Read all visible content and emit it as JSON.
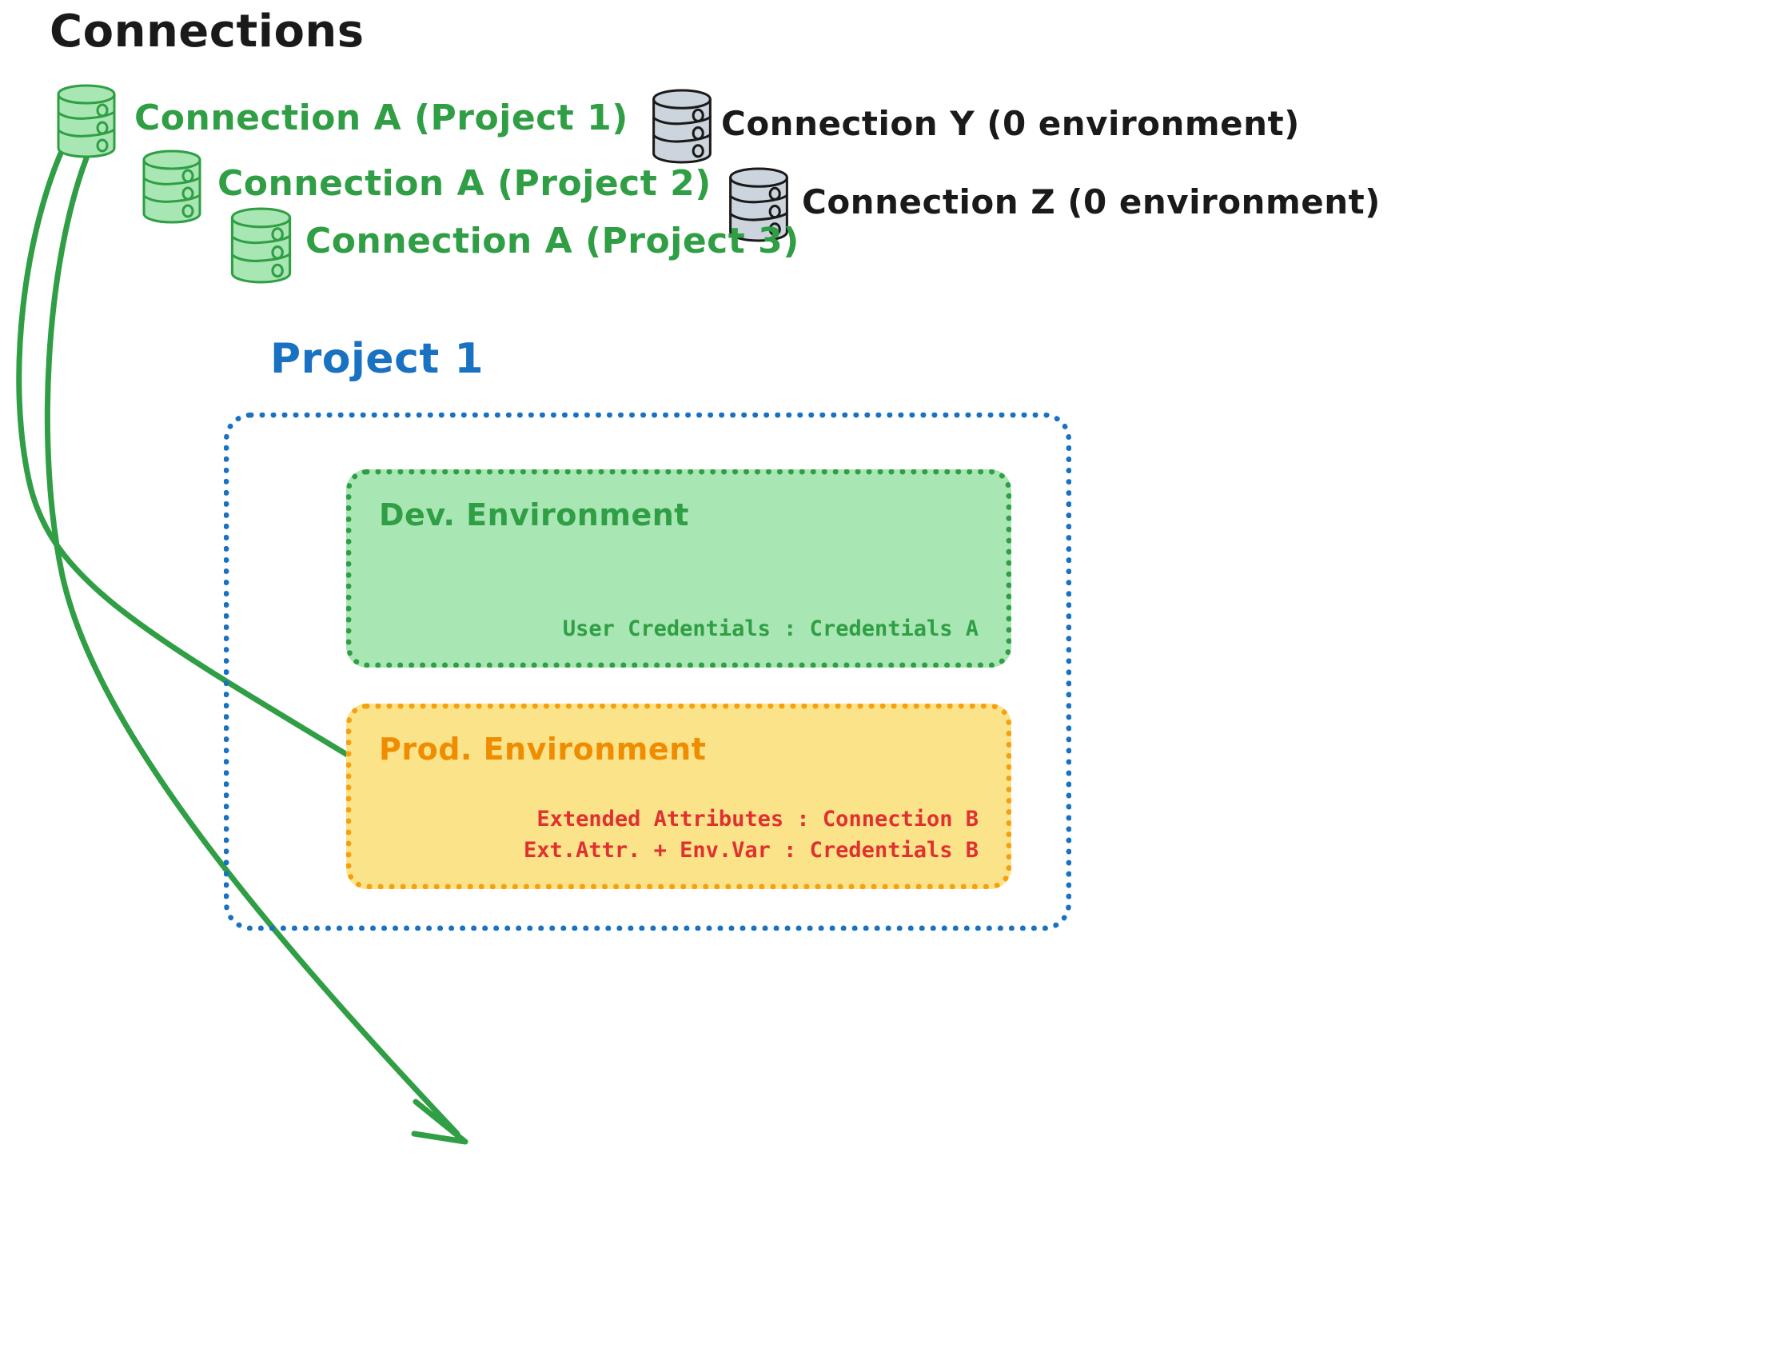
{
  "diagram": {
    "title": "Connections",
    "connections": [
      {
        "id": "connection-a-project-1",
        "label": "Connection A (Project 1)",
        "color": "#2f9e44",
        "state": "assigned"
      },
      {
        "id": "connection-a-project-2",
        "label": "Connection A (Project 2)",
        "color": "#2f9e44",
        "state": "assigned"
      },
      {
        "id": "connection-a-project-3",
        "label": "Connection A (Project 3)",
        "color": "#2f9e44",
        "state": "assigned"
      },
      {
        "id": "connection-y",
        "label": "Connection Y (0 environment)",
        "color": "#1a1a1a",
        "state": "unassigned"
      },
      {
        "id": "connection-z",
        "label": "Connection Z (0 environment)",
        "color": "#1a1a1a",
        "state": "unassigned"
      }
    ],
    "project": {
      "name": "Project 1",
      "color": "#1971c2",
      "environments": [
        {
          "id": "dev-environment",
          "name": "Dev. Environment",
          "fill": "#a8e6b4",
          "border": "#2f9e44",
          "text_color": "#2f9e44",
          "lines": [
            "User Credentials : Credentials A"
          ]
        },
        {
          "id": "prod-environment",
          "name": "Prod. Environment",
          "fill": "#fbe38a",
          "border": "#f5a011",
          "text_color": "#e03131",
          "lines": [
            "Extended Attributes : Connection B",
            "Ext.Attr. + Env.Var : Credentials B"
          ]
        }
      ]
    },
    "arrows": [
      {
        "id": "arrow-connection-a-to-dev",
        "from": "connection-a-project-1",
        "to": "dev-environment",
        "color": "#2f9e44"
      },
      {
        "id": "arrow-connection-a-to-prod",
        "from": "connection-a-project-1",
        "to": "prod-environment",
        "color": "#2f9e44"
      }
    ],
    "palette": {
      "green_fill": "#a8e6b4",
      "green_stroke": "#2f9e44",
      "yellow_fill": "#fbe38a",
      "orange_stroke": "#f5a011",
      "blue_stroke": "#1971c2",
      "red_text": "#e03131",
      "gray_fill": "#ccd4dd",
      "black_stroke": "#1a1a1a"
    }
  }
}
